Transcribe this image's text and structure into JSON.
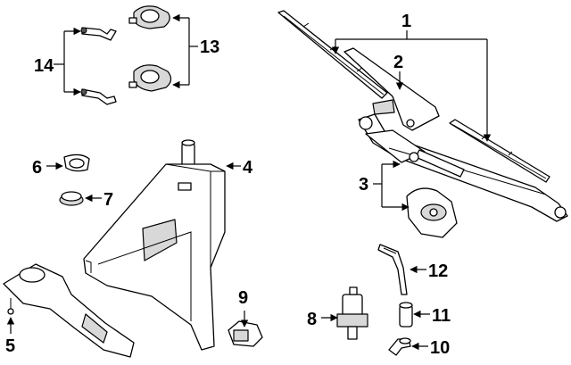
{
  "callouts": {
    "c1": "1",
    "c2": "2",
    "c3": "3",
    "c4": "4",
    "c5": "5",
    "c6": "6",
    "c7": "7",
    "c8": "8",
    "c9": "9",
    "c10": "10",
    "c11": "11",
    "c12": "12",
    "c13": "13",
    "c14": "14"
  },
  "colors": {
    "line": "#000000",
    "background": "#ffffff",
    "shade": "#d8d8d8"
  }
}
